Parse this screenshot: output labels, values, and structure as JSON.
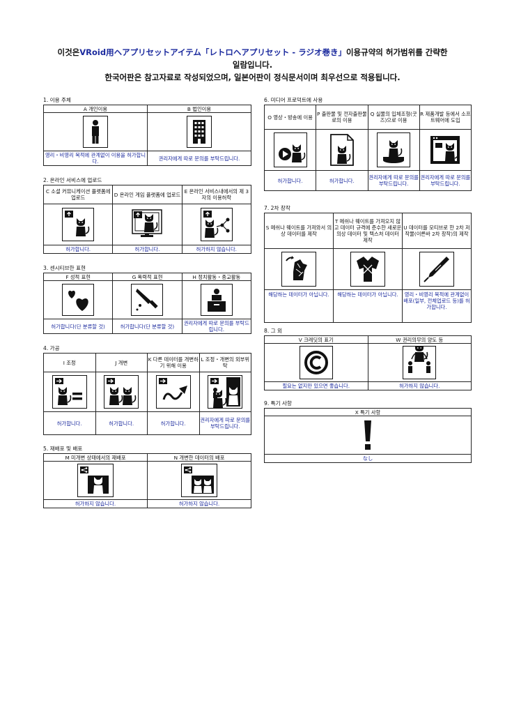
{
  "header": {
    "line1_pre": "이것은",
    "line1_accent": "VRoid用ヘアプリセットアイテム「レトロヘアプリセット - ラジオ巻き」",
    "line1_post": "이용규약의 허가범위를 간략한",
    "line2": "일람입니다.",
    "line3": "한국어판은 참고자료로 작성되었으며, 일본어판이 정식문서이며 최우선으로 적용됩니다."
  },
  "sections": {
    "s1": {
      "title": "1. 이용 주체",
      "items": [
        {
          "head": "A 개인이용",
          "status": "영리・비영리 목적에 관계없이 이용을 허가합니다.",
          "icon": "person-icon"
        },
        {
          "head": "B 법인이용",
          "status": "권리자에게 따로 문의를 부탁드립니다.",
          "icon": "building-icon"
        }
      ]
    },
    "s2": {
      "title": "2. 온라인 서비스에 업로드",
      "items": [
        {
          "head": "C 소셜 커뮤니케이션 플랫폼에 업로드",
          "status": "허가합니다.",
          "icon": "upload-cat-icon"
        },
        {
          "head": "D 온라인 게임 플랫폼에 업로드",
          "status": "허가합니다.",
          "icon": "monitor-cat-icon"
        },
        {
          "head": "E 온라인 서비스내에서의 제 3자의 이용허락",
          "status": "허가하지 않습니다.",
          "icon": "share-cat-icon"
        }
      ]
    },
    "s3": {
      "title": "3. 센시티브한 표현",
      "items": [
        {
          "head": "F 성적 표현",
          "status": "허가합니다(단 분류할 것)",
          "icon": "hearts-icon"
        },
        {
          "head": "G 폭력적 표현",
          "status": "허가합니다(단 분류할 것)",
          "icon": "knife-icon"
        },
        {
          "head": "H 정치활동・종교활동",
          "status": "권리자에게 따로 문의를 부탁드립니다.",
          "icon": "podium-icon"
        }
      ]
    },
    "s4": {
      "title": "4. 가공",
      "items": [
        {
          "head": "I 조정",
          "status": "허가합니다.",
          "icon": "adjust-cat-icon"
        },
        {
          "head": "J 개변",
          "status": "허가합니다.",
          "icon": "modify-cat-icon"
        },
        {
          "head": "K 다른 데이터를 개변하기 위해 이용",
          "status": "허가합니다.",
          "icon": "ribbon-cat-icon"
        },
        {
          "head": "L 조정・개변의 외부위탁",
          "status": "권리자에게 따로 문의를 부탁드립니다.",
          "icon": "outsource-cat-icon"
        }
      ]
    },
    "s5": {
      "title": "5. 재배포 및 배포",
      "items": [
        {
          "head": "M 미개변 상태에서의 재배포",
          "status": "허가하지 않습니다.",
          "icon": "redistribute-icon"
        },
        {
          "head": "N 개변한 데이터의 배포",
          "status": "허가하지 않습니다.",
          "icon": "distribute-modified-icon"
        }
      ]
    },
    "s6": {
      "title": "6. 미디어 프로덕트에 사용",
      "items": [
        {
          "head": "O 영상・방송에 이용",
          "status": "허가합니다.",
          "icon": "video-cat-icon"
        },
        {
          "head": "P 출판물 및 전자출판물로의 이용",
          "status": "허가합니다.",
          "icon": "document-cat-icon"
        },
        {
          "head": "Q 실물의 입체조형(굿즈)으로 이용",
          "status": "권리자에게 따로 문의를 부탁드립니다.",
          "icon": "figure-cat-icon"
        },
        {
          "head": "R 제품개발 등에서 소프트웨어에 도입",
          "status": "권리자에게 따로 문의를 부탁드립니다.",
          "icon": "software-cat-icon"
        }
      ]
    },
    "s7": {
      "title": "7. 2차 창작",
      "items": [
        {
          "head": "S 메쉬나 웨이트를 가져와서 의상 데이터를 제작",
          "status": "해당하는 데이터가 아닙니다.",
          "icon": "mesh-shirt-icon"
        },
        {
          "head": "T 메쉬나 웨이트를 가져오지 않고 데이터 규격에 준수한 새로운 의상 데이터 및 텍스처 데이터 제작",
          "status": "해당하는 데이터가 아닙니다.",
          "icon": "new-shirt-icon"
        },
        {
          "head": "U 데이터를 모티브로 한 2차 저작물(이른바 2차 창작)의 제작",
          "status": "영리・비영리 목적에 관계없이 배포(일부, 전체업로드 등)를 허가합니다.",
          "icon": "pen-icon"
        }
      ]
    },
    "s8": {
      "title": "8. 그 외",
      "items": [
        {
          "head": "V 크레딧의 표기",
          "status": "필요는 없지만 있으면 좋습니다.",
          "icon": "copyright-icon"
        },
        {
          "head": "W 권리의무의 양도 등",
          "status": "허가하지 않습니다.",
          "icon": "transfer-icon"
        }
      ]
    },
    "s9": {
      "title": "9. 특기 사항",
      "items": [
        {
          "head": "X 특기 사항",
          "status": "なし",
          "icon": "exclamation-icon"
        }
      ]
    }
  }
}
